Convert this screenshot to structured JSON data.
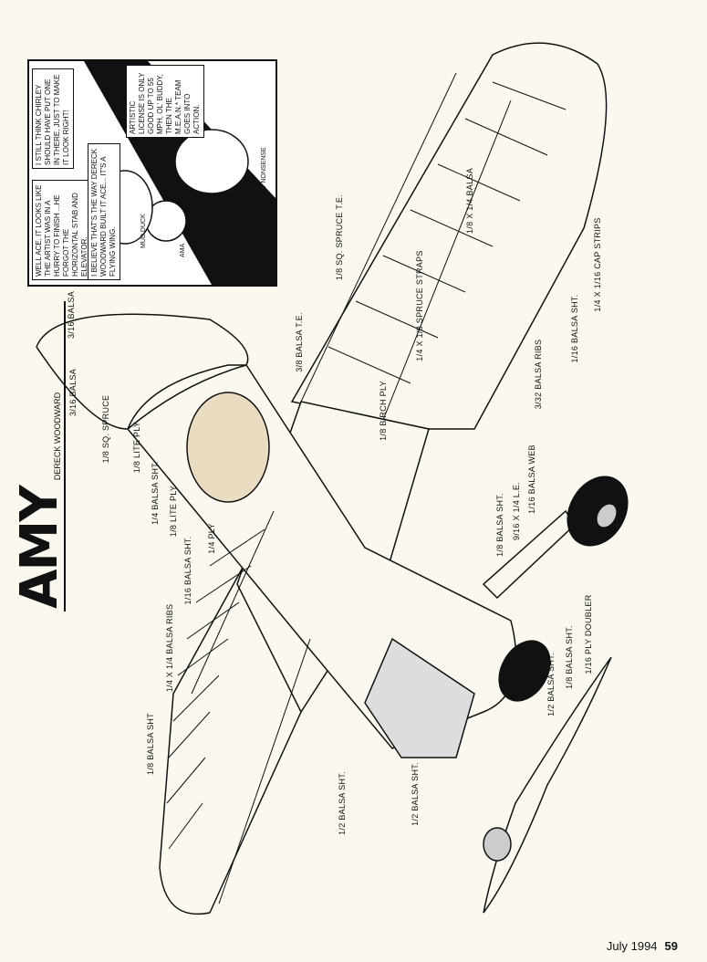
{
  "article": {
    "title": "AMY",
    "author": "DERECK WOODWARD"
  },
  "cartoon": {
    "bubbles": [
      "WELL ACE, IT LOOKS LIKE THE ARTIST WAS IN A HURRY TO FINISH ...HE FORGOT THE HORIZONTAL STAB AND ELEVATOR.",
      "I STILL THINK CHIRLEY SHOULD HAVE PUT ONE IN THERE, JUST TO MAKE IT LOOK RIGHT!",
      "I BELIEVE THAT'S THE WAY DERECK WOODWARD BUILT IT ACE... IT'S A FLYING WING.",
      "ARTISTIC LICENSE IS ONLY GOOD UP TO 55 MPH, OL' BUDDY, THEN THE M.E.A.N.* TEAM GOES INTO ACTION."
    ],
    "cap_text": "AMA",
    "shirt_text": "MUD DUCK",
    "footnote": "*MAGAZINE EDITORS AGAINST NONSENSE"
  },
  "labels": [
    "3/16 BALSA",
    "3/16 BALSA",
    "1/8 SQ. SPRUCE",
    "1/8 LITE PLY",
    "1/4 BALSA SHT.",
    "1/8 LITE PLY",
    "1/4 PLY",
    "1/16 BALSA SHT.",
    "1/4 x 1/4 BALSA RIBS",
    "1/8 BALSA SHT",
    "1/2 BALSA SHT.",
    "1/2 BALSA SHT.",
    "3/8 BALSA T.E.",
    "1/8 SQ. SPRUCE T.E.",
    "1/8 x 1/4 BALSA",
    "1/4 x 1/8 SPRUCE STRAPS",
    "1/8 BIRCH PLY",
    "3/32 BALSA RIBS",
    "1/16 BALSA SHT.",
    "1/4 x 1/16 CAP STRIPS",
    "1/16 BALSA WEB",
    "9/16 x 1/4 L.E.",
    "1/8 BALSA SHT.",
    "1/16 PLY DOUBLER",
    "1/8 BALSA SHT.",
    "1/2 BALSA SHT."
  ],
  "footer": {
    "issue": "July 1994",
    "page": "59"
  }
}
